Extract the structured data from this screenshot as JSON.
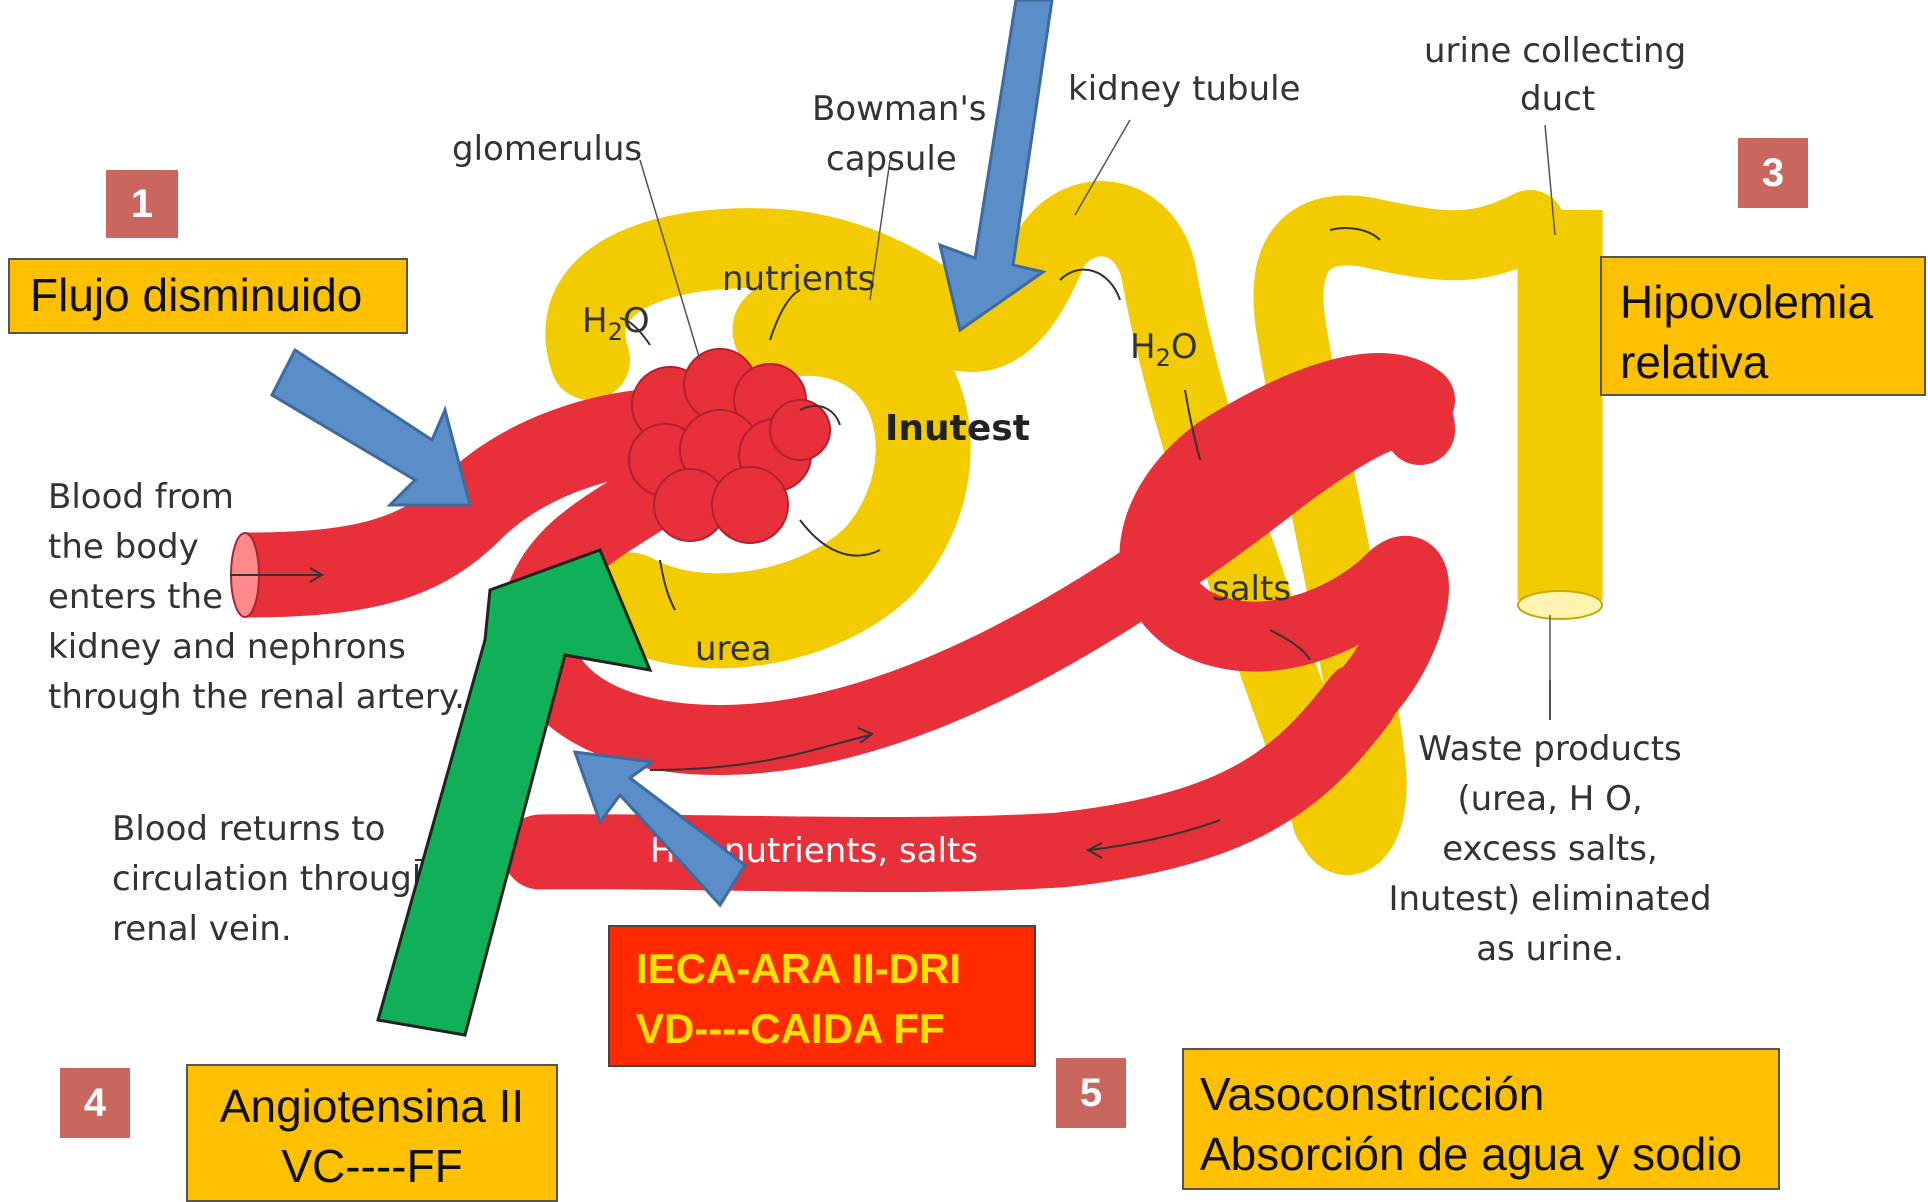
{
  "diagram": {
    "labels": {
      "glomerulus": "glomerulus",
      "bowmans_1": "Bowman's",
      "bowmans_2": "capsule",
      "kidney_tubule": "kidney tubule",
      "collecting_1": "urine collecting",
      "collecting_2": "duct",
      "nutrients": "nutrients",
      "h2o": "H",
      "h2o_sub": "2",
      "h2o_o": "O",
      "inutest": "Inutest",
      "urea": "urea",
      "salts": "salts",
      "bottom_vessel": "H O nutrients, salts",
      "blood_in": [
        "Blood from",
        "the body",
        "enters the",
        "kidney and nephrons",
        "through the renal artery."
      ],
      "blood_out": [
        "Blood returns to",
        "circulation through",
        "renal vein."
      ],
      "waste": [
        "Waste products",
        "(urea, H O,",
        "excess salts,",
        "Inutest) eliminated",
        "as urine."
      ]
    }
  },
  "annotations": {
    "num1": "1",
    "num3": "3",
    "num4": "4",
    "num5": "5",
    "flujo": "Flujo disminuido",
    "hipovolemia_1": "Hipovolemia",
    "hipovolemia_2": "relativa",
    "angio_1": "Angiotensina II",
    "angio_2": "VC----FF",
    "ieca_1": "IECA-ARA II-DRI",
    "ieca_2": "VD----CAIDA FF",
    "vaso_1": "Vasoconstricción",
    "vaso_2": "Absorción de agua y sodio"
  },
  "colors": {
    "vessel_red": "#E8303A",
    "tubule_yellow": "#F2CB00",
    "box_yellow": "#FFC000",
    "badge": "#C9675F",
    "arrow_blue": "#5B8DC9",
    "arrow_green": "#10B058",
    "ieca_red": "#FF2A00"
  }
}
